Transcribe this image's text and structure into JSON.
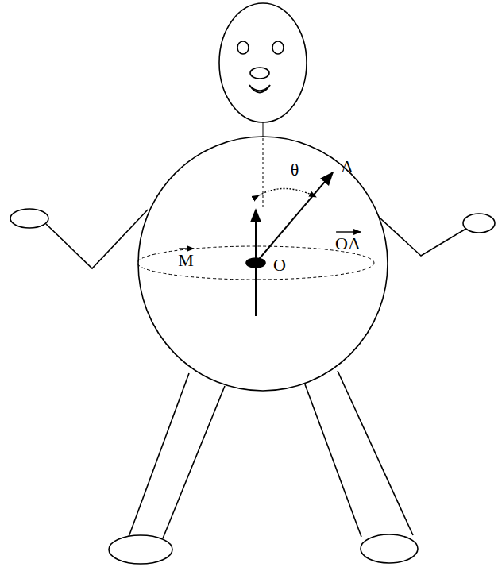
{
  "diagram": {
    "labels": [
      "θ",
      "A",
      "M",
      "OA",
      "O"
    ]
  }
}
